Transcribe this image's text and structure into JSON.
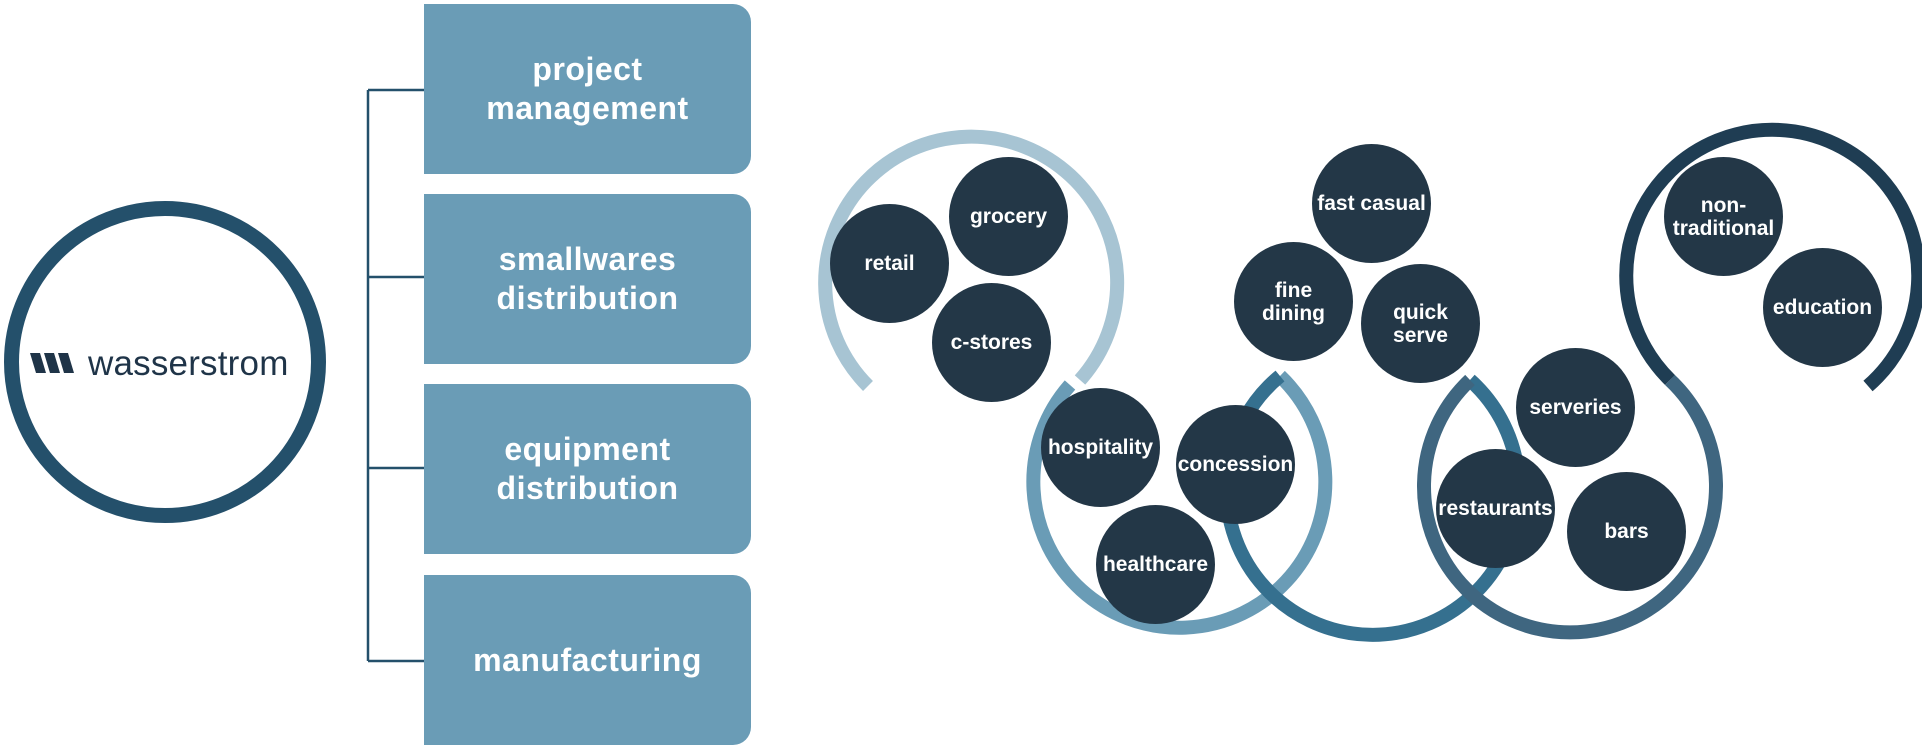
{
  "logo": {
    "text": "wasserstrom",
    "icon": "wasserstrom-logo-mark"
  },
  "services": [
    {
      "label": "project\nmanagement"
    },
    {
      "label": "smallwares\ndistribution"
    },
    {
      "label": "equipment\ndistribution"
    },
    {
      "label": "manufacturing"
    }
  ],
  "segments": [
    {
      "label": "retail"
    },
    {
      "label": "grocery"
    },
    {
      "label": "c-stores"
    },
    {
      "label": "hospitality"
    },
    {
      "label": "concession"
    },
    {
      "label": "healthcare"
    },
    {
      "label": "fast casual"
    },
    {
      "label": "fine\ndining"
    },
    {
      "label": "quick\nserve"
    },
    {
      "label": "serveries"
    },
    {
      "label": "restaurants"
    },
    {
      "label": "bars"
    },
    {
      "label": "non-\ntraditional"
    },
    {
      "label": "education"
    }
  ],
  "colors": {
    "logo_ring": "#24506b",
    "service_box": "#6a9cb6",
    "bubble": "#233747",
    "connector": "#24506b",
    "arc_1": "#a7c4d3",
    "arc_2": "#6a9cb6",
    "arc_3": "#35708f",
    "arc_4": "#3f6680",
    "arc_5": "#1f3d53"
  }
}
